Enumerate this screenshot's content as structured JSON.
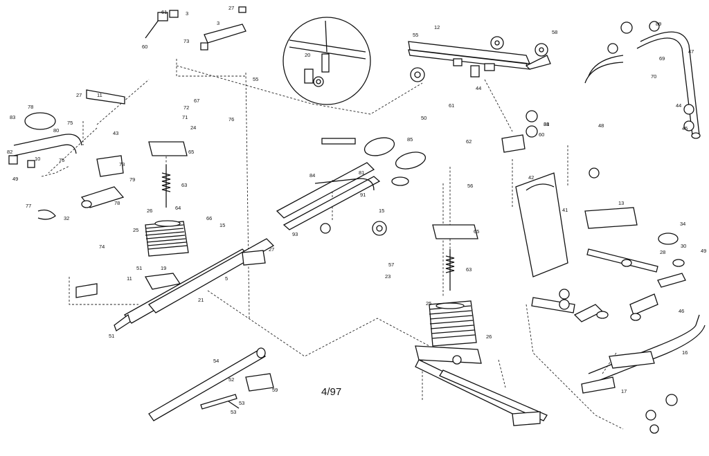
{
  "drawing": {
    "date_code": "4/97",
    "part_numbers": {
      "p1": "61",
      "p2": "3",
      "p3": "27",
      "p4": "3",
      "p5": "60",
      "p6": "73",
      "p7": "55",
      "p8": "78",
      "p9": "83",
      "p10": "75",
      "p11": "80",
      "p12": "43",
      "p13": "10",
      "p14": "82",
      "p15": "49",
      "p16": "73",
      "p17": "75",
      "p18": "77",
      "p19": "79",
      "p20": "78",
      "p21": "74",
      "p22": "32",
      "p23": "27",
      "p24": "11",
      "p25": "72",
      "p26": "71",
      "p27": "24",
      "p28": "65",
      "p29": "63",
      "p30": "25",
      "p31": "26",
      "p32": "64",
      "p33": "66",
      "p34": "15",
      "p35": "27",
      "p36": "51",
      "p37": "19",
      "p38": "5",
      "p39": "11",
      "p40": "21",
      "p41": "51",
      "p42": "54",
      "p43": "52",
      "p44": "53",
      "p45": "53",
      "p46": "59",
      "p47": "85",
      "p48": "84",
      "p49": "91",
      "p50": "81",
      "p51": "93",
      "p52": "62",
      "p53": "56",
      "p54": "65",
      "p55": "63",
      "p56": "23",
      "p57": "25",
      "p58": "26",
      "p59": "15",
      "p60": "57",
      "p61": "12",
      "p62": "55",
      "p63": "44",
      "p64": "61",
      "p65": "50",
      "p66": "58",
      "p67": "88",
      "p68": "31",
      "p69": "60",
      "p70": "42",
      "p71": "41",
      "p72": "48",
      "p73": "13",
      "p74": "34",
      "p75": "30",
      "p76": "28",
      "p77": "49",
      "p78": "46",
      "p79": "16",
      "p80": "17",
      "p81": "45",
      "p82": "47",
      "p83": "89",
      "p84": "69",
      "p85": "70",
      "p86": "44",
      "p87": "20",
      "p88": "67",
      "p89": "76"
    }
  }
}
